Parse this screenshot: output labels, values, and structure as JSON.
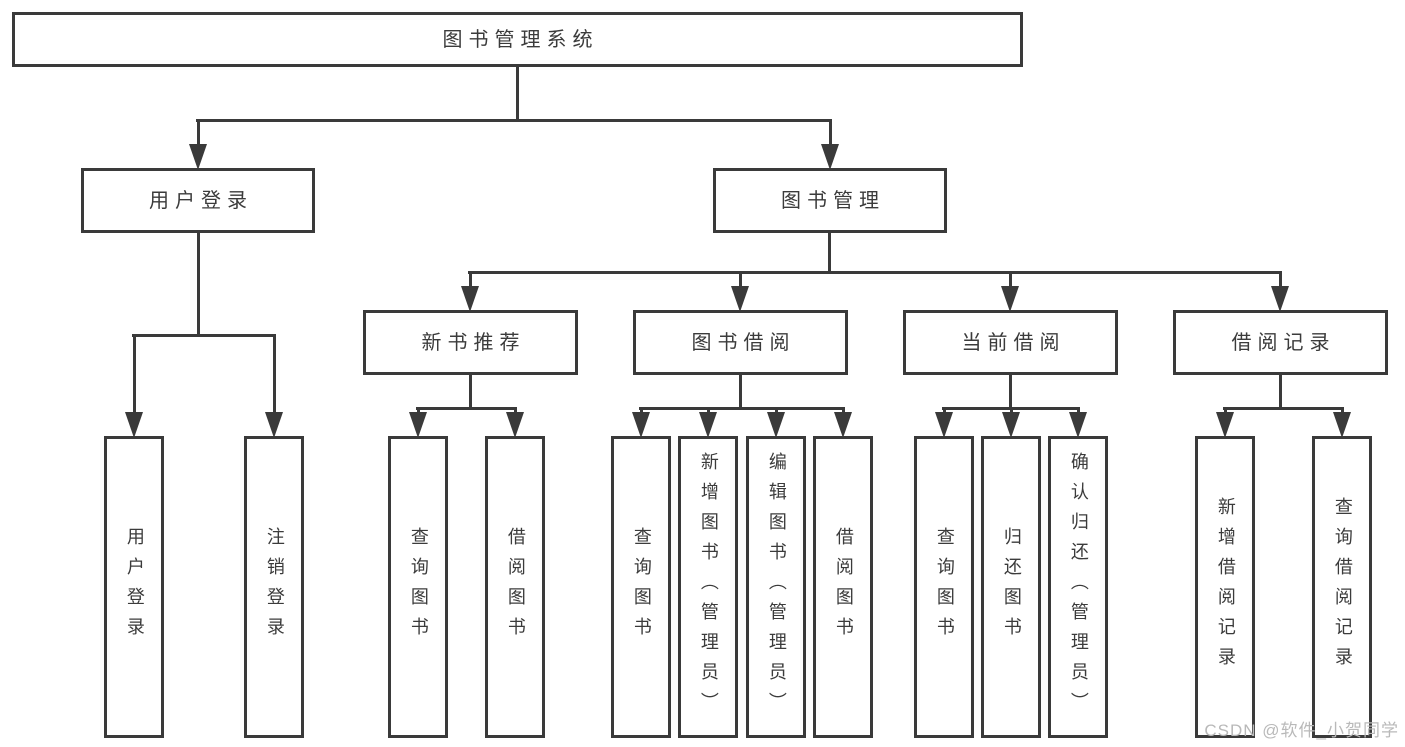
{
  "tree": {
    "label": "图书管理系统",
    "children": [
      {
        "label": "用户登录",
        "children": [
          {
            "label": "用户登录"
          },
          {
            "label": "注销登录"
          }
        ]
      },
      {
        "label": "图书管理",
        "children": [
          {
            "label": "新书推荐",
            "children": [
              {
                "label": "查询图书"
              },
              {
                "label": "借阅图书"
              }
            ]
          },
          {
            "label": "图书借阅",
            "children": [
              {
                "label": "查询图书"
              },
              {
                "label": "新增图书（管理员）"
              },
              {
                "label": "编辑图书（管理员）"
              },
              {
                "label": "借阅图书"
              }
            ]
          },
          {
            "label": "当前借阅",
            "children": [
              {
                "label": "查询图书"
              },
              {
                "label": "归还图书"
              },
              {
                "label": "确认归还（管理员）"
              }
            ]
          },
          {
            "label": "借阅记录",
            "children": [
              {
                "label": "新增借阅记录"
              },
              {
                "label": "查询借阅记录"
              }
            ]
          }
        ]
      }
    ]
  },
  "watermark": "CSDN @软件_小贺同学",
  "colors": {
    "line": "#3a3a3a",
    "text": "#3b3b3b",
    "watermark": "#b9b9b9",
    "background": "#ffffff"
  }
}
